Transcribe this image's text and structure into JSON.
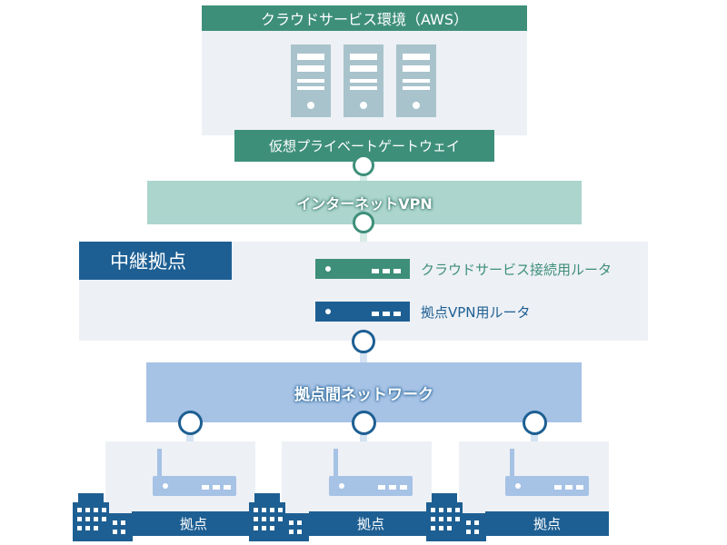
{
  "colors": {
    "teal": "#3e8f7a",
    "teal_light": "#abd5cd",
    "navy": "#1d5f93",
    "blue_light": "#a6c2e5",
    "panel": "#edf0f5",
    "server_fill": "#a8c3cc"
  },
  "cloud": {
    "title": "クラウドサービス環境（AWS）",
    "gateway_label": "仮想プライベートゲートウェイ",
    "server_icons": [
      "server-icon",
      "server-icon",
      "server-icon"
    ]
  },
  "internet": {
    "label": "インターネットVPN"
  },
  "relay": {
    "title": "中継拠点",
    "routers": [
      {
        "label": "クラウドサービス接続用ルータ",
        "icon": "router-icon"
      },
      {
        "label": "拠点VPN用ルータ",
        "icon": "router-icon"
      }
    ]
  },
  "network": {
    "label": "拠点間ネットワーク"
  },
  "sites": [
    {
      "label": "拠点",
      "icons": [
        "wifi-router-icon",
        "building-icon"
      ]
    },
    {
      "label": "拠点",
      "icons": [
        "wifi-router-icon",
        "building-icon"
      ]
    },
    {
      "label": "拠点",
      "icons": [
        "wifi-router-icon",
        "building-icon"
      ]
    }
  ]
}
